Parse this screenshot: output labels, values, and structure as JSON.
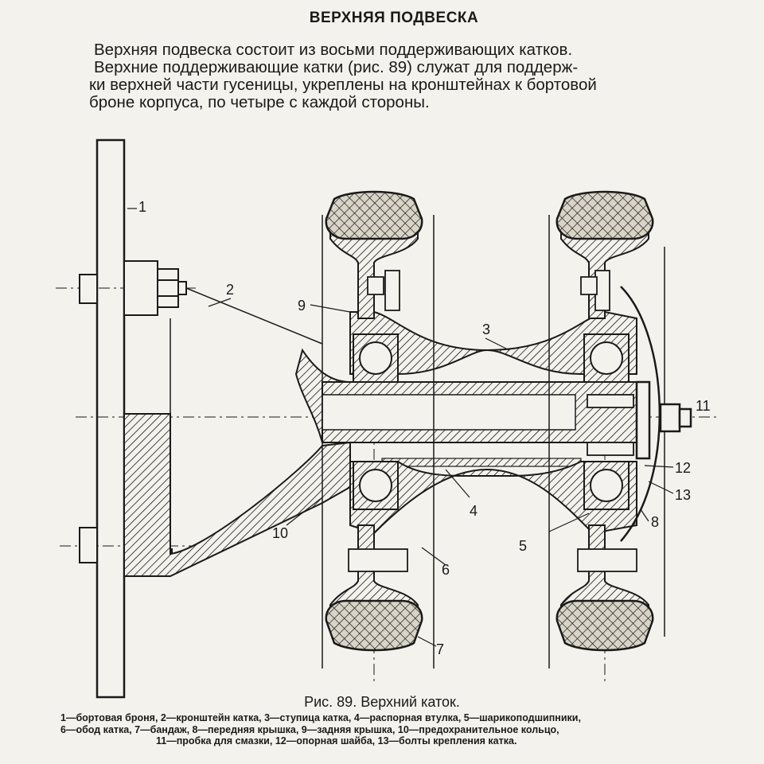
{
  "heading": "ВЕРХНЯЯ ПОДВЕСКА",
  "paragraph": {
    "line1": "Верхняя подвеска состоит из восьми поддерживающих катков.",
    "line2": "Верхние поддерживающие катки (рис. 89) служат для поддерж-",
    "line3": "ки верхней части гусеницы, укреплены на кронштейнах к бортовой",
    "line4": "броне корпуса, по четыре с каждой стороны."
  },
  "figure": {
    "callouts": {
      "c1": "1",
      "c2": "2",
      "c3": "3",
      "c4": "4",
      "c5": "5",
      "c6": "6",
      "c7": "7",
      "c8": "8",
      "c9": "9",
      "c10": "10",
      "c11": "11",
      "c12": "12",
      "c13": "13"
    },
    "caption": "Рис. 89. Верхний каток."
  },
  "legend": {
    "line1": "1—бортовая броня, 2—кронштейн катка, 3—ступица катка, 4—распорная втулка, 5—шарикоподшипники,",
    "line2": "6—обод катка, 7—бандаж, 8—передняя крышка, 9—задняя крышка, 10—предохранительное кольцо,",
    "line3": "11—пробка для смазки, 12—опорная шайба, 13—болты крепления катка."
  }
}
